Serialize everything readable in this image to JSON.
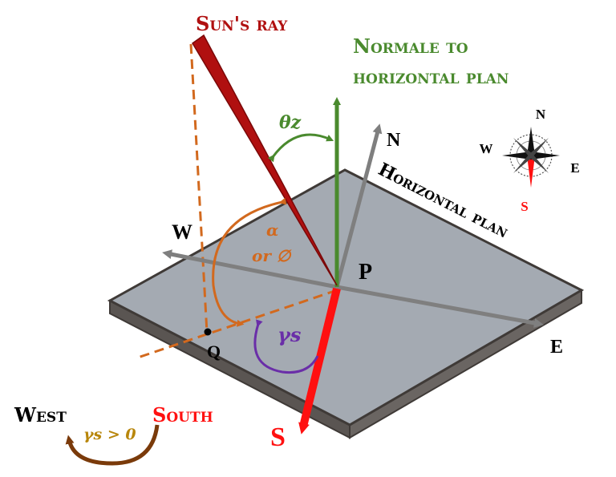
{
  "labels": {
    "sun_ray": "Sun's ray",
    "normal_line1": "Normale to",
    "normal_line2": "horizontal plan",
    "plane": "Horizontal plan",
    "theta_z": "θz",
    "alpha_line1": "α",
    "alpha_line2": "or ∅",
    "gamma_s": "γs",
    "point_p": "P",
    "point_q": "Q",
    "north": "N",
    "west": "W",
    "east": "E",
    "south": "S"
  },
  "compass": {
    "n": "N",
    "s": "S",
    "e": "E",
    "w": "W"
  },
  "legend": {
    "west": "West",
    "south": "South",
    "condition": "γs > 0"
  },
  "colors": {
    "sun_ray": "#b01010",
    "normal": "#4a8a2e",
    "alpha": "#d2691e",
    "gamma": "#6a2ea8",
    "south": "#ff1010",
    "direction_gray": "#7f7f7f",
    "plane_fill": "#a4aab2",
    "plane_edge": "#3f3a37",
    "legend_gamma": "#b8860b",
    "legend_arc": "#7a3a0a"
  }
}
